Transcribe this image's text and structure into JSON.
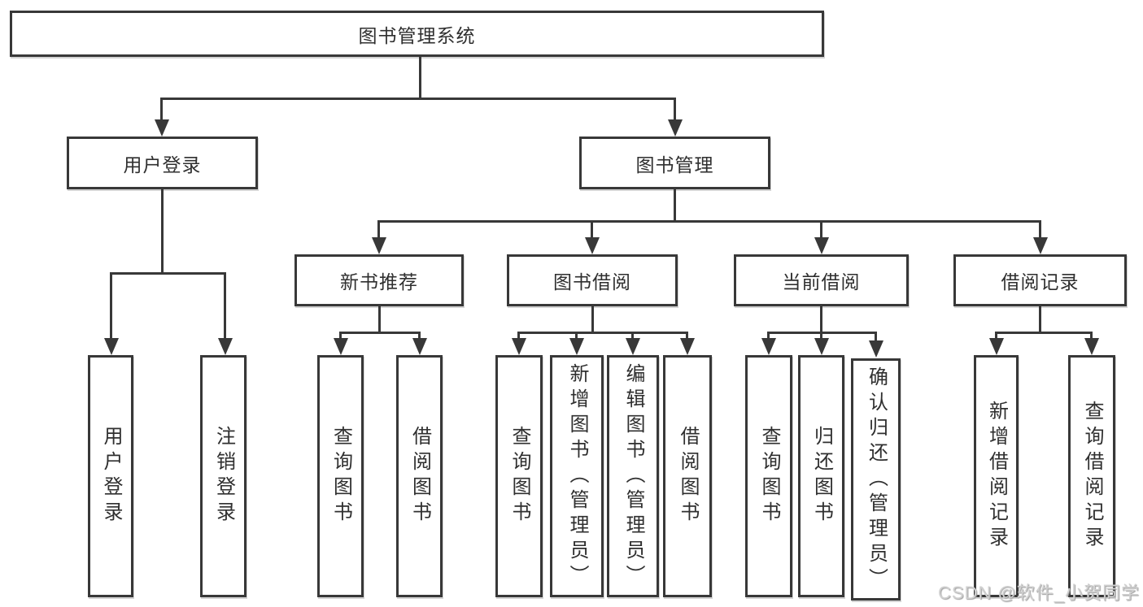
{
  "tree": {
    "root": {
      "label": "图书管理系统"
    },
    "branches": [
      {
        "label": "用户登录",
        "children": [
          "用户登录",
          "注销登录"
        ]
      },
      {
        "label": "图书管理",
        "sections": [
          {
            "label": "新书推荐",
            "children": [
              "查询图书",
              "借阅图书"
            ]
          },
          {
            "label": "图书借阅",
            "children": [
              "查询图书",
              "新增图书（管理员）",
              "编辑图书（管理员）",
              "借阅图书"
            ]
          },
          {
            "label": "当前借阅",
            "children": [
              "查询图书",
              "归还图书",
              "确认归还（管理员）"
            ]
          },
          {
            "label": "借阅记录",
            "children": [
              "新增借阅记录",
              "查询借阅记录"
            ]
          }
        ]
      }
    ]
  },
  "watermark": "CSDN @软件_小贺同学",
  "colors": {
    "line": "#383838",
    "text": "#2f2f2f",
    "watermark": "#d0d0d0"
  }
}
